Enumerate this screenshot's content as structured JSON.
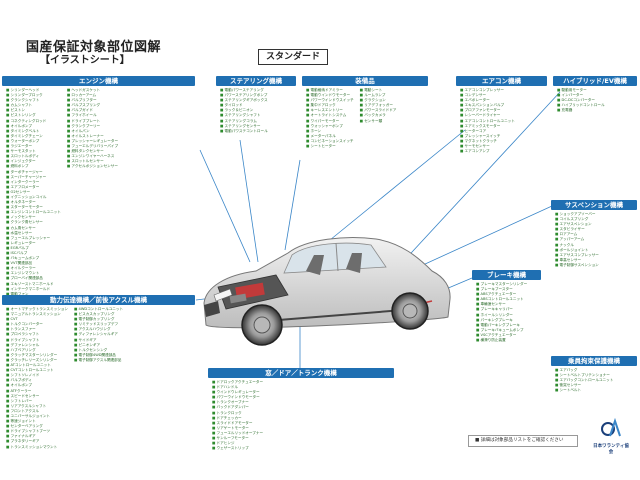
{
  "header": {
    "title": "国産保証対象部位図解",
    "subtitle": "【イラストシート】",
    "badge": "スタンダード"
  },
  "sections": {
    "engine": {
      "title": "エンジン機構",
      "col1": [
        "シリンダーヘッド",
        "シリンダーブロック",
        "クランクシャフト",
        "カムシャフト",
        "ピストン",
        "ピストンリング",
        "コネクティングロッド",
        "オイルポンプ",
        "タイミングベルト",
        "タイミングチェーン",
        "ウォーターポンプ",
        "ラジエーター",
        "サーモスタット",
        "スロットルボディ",
        "インジェクター",
        "燃料ポンプ",
        "ターボチャージャー",
        "スーパーチャージャー",
        "インタークーラー",
        "エアフロメーター",
        "O2センサー",
        "イグニッションコイル",
        "オルタネーター",
        "スターターモーター",
        "エンジンコントロールユニット",
        "ノックセンサー",
        "クランク角センサー",
        "カム角センサー",
        "水温センサー",
        "フューエルプレッシャー",
        "レギュレーター",
        "EGRバルブ",
        "ISCバルブ",
        "バキュームポンプ",
        "VVT関連部品",
        "オイルクーラー",
        "エンジンマウント",
        "ブローバイ関連部品",
        "エキゾーストマニホールド",
        "インテークマニホールド",
        "電動ファン",
        "ファンモーター"
      ],
      "col2": [
        "ヘッドガスケット",
        "ロッカーアーム",
        "バルブリフター",
        "バルブスプリング",
        "バルブガイド",
        "フライホイール",
        "ドライブプレート",
        "クランクプーリー",
        "オイルパン",
        "オイルストレーナー",
        "プレッシャーレギュレーター",
        "フューエルデリバリーパイプ",
        "燃料タンクセンサー",
        "エンジンワイヤーハーネス",
        "スロットルセンサー",
        "アクセルポジションセンサー"
      ]
    },
    "steering": {
      "title": "ステアリング機構",
      "col1": [
        "電動パワーステアリング",
        "パワーステアリングポンプ",
        "ステアリングギアボックス",
        "タイロッド",
        "ラック＆ピニオン",
        "ステアリングシャフト",
        "ステアリングコラム",
        "ステアリングセンサー",
        "電動パワステコントロール"
      ]
    },
    "equipment": {
      "title": "装備品",
      "col1": [
        "電動格納ドアミラー",
        "電動ウインドウモーター",
        "パワーウインドウスイッチ",
        "集中ドアロック",
        "キーレスエントリー",
        "オートライトシステム",
        "ワイパーモーター",
        "ウォッシャーポンプ",
        "ホーン",
        "メーターパネル",
        "コンビネーションスイッチ",
        "シートヒーター"
      ],
      "col2": [
        "電動シート",
        "ルームランプ",
        "クラクション",
        "リアデフォッガー",
        "パワースライドドア",
        "バックカメラ",
        "センサー類"
      ]
    },
    "aircon": {
      "title": "エアコン機構",
      "col1": [
        "エアコンコンプレッサー",
        "コンデンサー",
        "エバポレーター",
        "エキスパンションバルブ",
        "ブロアファンモーター",
        "レシーバードライヤー",
        "エアコンコントロールユニット",
        "エアミックスモーター",
        "ヒーターコア",
        "プレッシャースイッチ",
        "マグネットクラッチ",
        "サーモセンサー",
        "エアコンアンプ"
      ]
    },
    "hybrid": {
      "title": "ハイブリッド/EV機構",
      "col1": [
        "駆動用モーター",
        "インバーター",
        "DC-DCコンバーター",
        "ハイブリッドコントロール",
        "充電器"
      ]
    },
    "drivetrain": {
      "title": "動力伝達機構／前後アクスル機構",
      "col1": [
        "オートマチックトランスミッション",
        "マニュアルトランスミッション",
        "CVT",
        "トルクコンバーター",
        "トランスファー",
        "プロペラシャフト",
        "ドライブシャフト",
        "デファレンシャル",
        "ハブベアリング",
        "クラッチマスターシリンダー",
        "クラッチレリーズシリンダー",
        "ATコントロールユニット",
        "CVTコントロールユニット",
        "シフトソレノイド",
        "バルブボディ",
        "オイルポンプ",
        "ATFクーラー",
        "スピードセンサー",
        "シフトレバー",
        "リアアクスルシャフト",
        "フロントアクスル",
        "ユニバーサルジョイント",
        "等速ジョイント",
        "センターベアリング",
        "ドライブシャフトブーツ",
        "ファイナルギア",
        "プラネタリーギア",
        "トランスミッションマウント"
      ],
      "col2": [
        "4WDコントロールユニット",
        "ビスカスカップリング",
        "電子制御カップリング",
        "リミテッドスリップデフ",
        "アクスルハウジング",
        "ディファレンシャルギア",
        "サイドギア",
        "ピニオンギア",
        "トルクセンシング",
        "電子制御4WD関連部品",
        "電子制御アクスル関連部品"
      ]
    },
    "body": {
      "title": "窓／ドア／トランク機構",
      "col1": [
        "ドアロックアクチュエーター",
        "ドアハンドル",
        "ウインドウレギュレーター",
        "パワーウインドウモーター",
        "トランクオープナー",
        "バックドアダンパー",
        "トランクロック",
        "ドアチェッカー",
        "スライドドアモーター",
        "リアゲートモーター",
        "フューエルリッドオープナー",
        "サンルーフモーター",
        "ドアヒンジ",
        "ウェザーストリップ"
      ]
    },
    "brake": {
      "title": "ブレーキ機構",
      "col1": [
        "ブレーキマスターシリンダー",
        "ブレーキブースター",
        "ABSアクチュエーター",
        "ABSコントロールユニット",
        "車輪速センサー",
        "ブレーキキャリパー",
        "ホイールシリンダー",
        "パーキングブレーキ",
        "電動パーキングブレーキ",
        "ブレーキバキュームポンプ",
        "VSCアクチュエーター",
        "横滑り防止装置"
      ]
    },
    "suspension": {
      "title": "サスペンション機構",
      "col1": [
        "ショックアブソーバー",
        "コイルスプリング",
        "エアサスペンション",
        "スタビライザー",
        "ロアアーム",
        "アッパーアーム",
        "ナックル",
        "ボールジョイント",
        "エアサスコンプレッサー",
        "車高センサー",
        "電子制御サスペンション"
      ]
    },
    "safety": {
      "title": "乗員拘束保護機構",
      "col1": [
        "エアバッグ",
        "シートベルトプリテンショナー",
        "エアバッグコントロールユニット",
        "衝突センサー",
        "シートベルト"
      ]
    }
  },
  "footer": {
    "note": "■ 詳細は対象部品リストをご確認ください",
    "logo_text": "日本ワランティ協会"
  },
  "colors": {
    "header_blue": "#1f6fb2",
    "item_green": "#2a6b2a"
  }
}
